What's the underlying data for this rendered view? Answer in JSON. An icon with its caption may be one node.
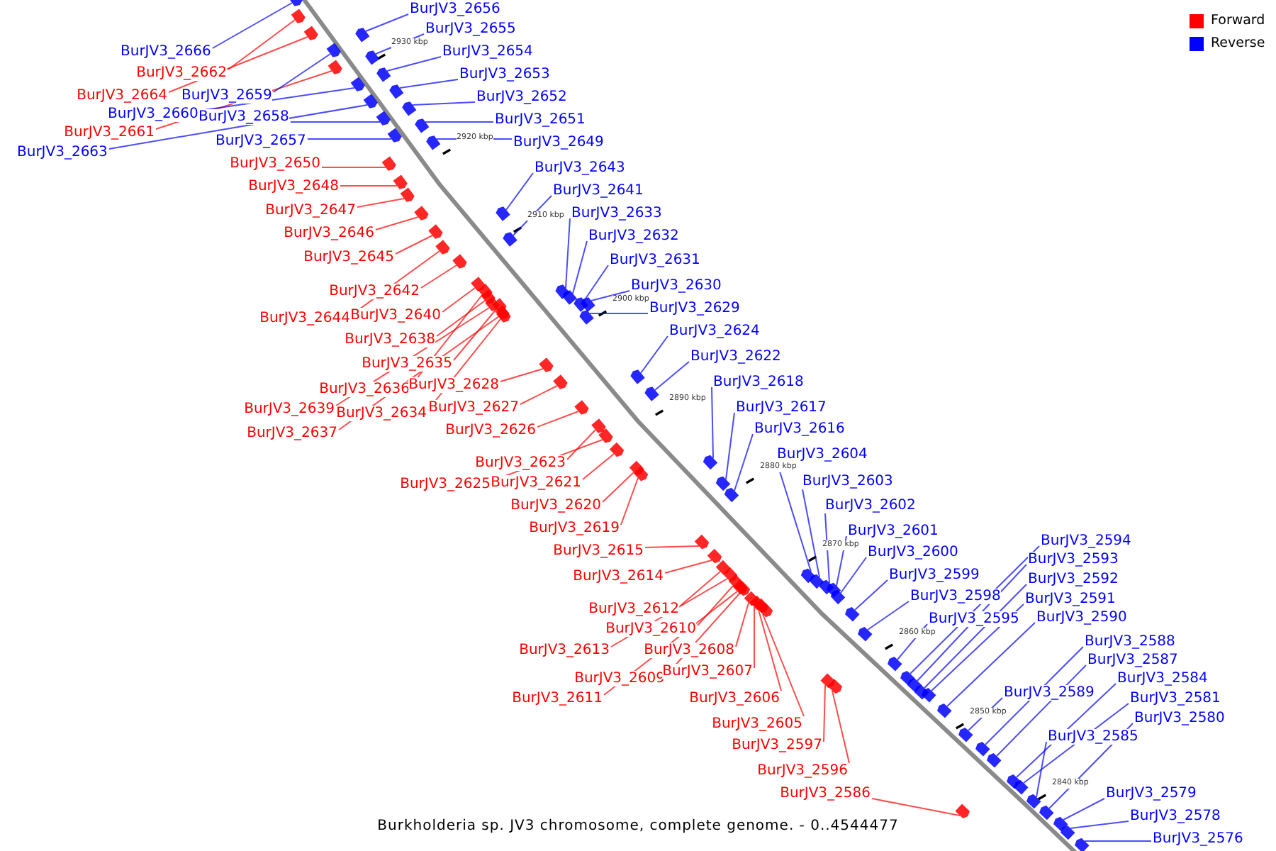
{
  "diagram": {
    "caption": "Burkholderia sp. JV3 chromosome, complete genome. - 0..4544477",
    "nodes": [
      {
        "text": [
          "BurJV3_2666"
        ]
      },
      {
        "text": [
          "BurJV3_2662"
        ]
      },
      {
        "text": [
          "BurJV3_2664"
        ]
      },
      {
        "text": [
          "BurJV3_2659"
        ]
      },
      {
        "text": [
          "BurJV3_2660"
        ]
      },
      {
        "text": [
          "BurJV3_2658"
        ]
      },
      {
        "text": [
          "BurJV3_2661"
        ]
      },
      {
        "text": [
          "BurJV3_2657"
        ]
      },
      {
        "text": [
          "BurJV3_2663"
        ]
      },
      {
        "text": [
          "BurJV3_2656"
        ]
      },
      {
        "text": [
          "BurJV3_2655"
        ]
      },
      {
        "text": [
          "BurJV3_2654"
        ]
      },
      {
        "text": [
          "BurJV3_2653"
        ]
      },
      {
        "text": [
          "BurJV3_2652"
        ]
      },
      {
        "text": [
          "BurJV3_2651"
        ]
      },
      {
        "text": [
          "BurJV3_2649"
        ]
      },
      {
        "text": [
          "BurJV3_2643"
        ]
      },
      {
        "text": [
          "BurJV3_2641"
        ]
      },
      {
        "text": [
          "BurJV3_2633"
        ]
      },
      {
        "text": [
          "BurJV3_2632"
        ]
      },
      {
        "text": [
          "BurJV3_2631"
        ]
      },
      {
        "text": [
          "BurJV3_2630"
        ]
      },
      {
        "text": [
          "BurJV3_2629"
        ]
      },
      {
        "text": [
          "BurJV3_2624"
        ]
      },
      {
        "text": [
          "BurJV3_2622"
        ]
      },
      {
        "text": [
          "BurJV3_2618"
        ]
      },
      {
        "text": [
          "BurJV3_2617"
        ]
      },
      {
        "text": [
          "BurJV3_2616"
        ]
      },
      {
        "text": [
          "BurJV3_2604"
        ]
      },
      {
        "text": [
          "BurJV3_2603"
        ]
      },
      {
        "text": [
          "BurJV3_2602"
        ]
      },
      {
        "text": [
          "BurJV3_2601"
        ]
      },
      {
        "text": [
          "BurJV3_2600"
        ]
      },
      {
        "text": [
          "BurJV3_2599"
        ]
      },
      {
        "text": [
          "BurJV3_2598"
        ]
      },
      {
        "text": [
          "BurJV3_2595"
        ]
      },
      {
        "text": [
          "BurJV3_2594"
        ]
      },
      {
        "text": [
          "BurJV3_2593"
        ]
      },
      {
        "text": [
          "BurJV3_2592"
        ]
      },
      {
        "text": [
          "BurJV3_2591"
        ]
      },
      {
        "text": [
          "BurJV3_2590"
        ]
      },
      {
        "text": [
          "BurJV3_2588"
        ]
      },
      {
        "text": [
          "BurJV3_2587"
        ]
      },
      {
        "text": [
          "BurJV3_2584"
        ]
      },
      {
        "text": [
          "BurJV3_2589"
        ]
      },
      {
        "text": [
          "BurJV3_2581"
        ]
      },
      {
        "text": [
          "BurJV3_2580"
        ]
      },
      {
        "text": [
          "BurJV3_2585"
        ]
      },
      {
        "text": [
          "BurJV3_2579"
        ]
      },
      {
        "text": [
          "BurJV3_2578"
        ]
      },
      {
        "text": [
          "BurJV3_2576"
        ]
      },
      {
        "text": [
          "BurJV3_2650"
        ]
      },
      {
        "text": [
          "BurJV3_2648"
        ]
      },
      {
        "text": [
          "BurJV3_2647"
        ]
      },
      {
        "text": [
          "BurJV3_2646"
        ]
      },
      {
        "text": [
          "BurJV3_2645"
        ]
      },
      {
        "text": [
          "BurJV3_2642"
        ]
      },
      {
        "text": [
          "BurJV3_2640"
        ]
      },
      {
        "text": [
          "BurJV3_2644"
        ]
      },
      {
        "text": [
          "BurJV3_2638"
        ]
      },
      {
        "text": [
          "BurJV3_2635"
        ]
      },
      {
        "text": [
          "BurJV3_2636"
        ]
      },
      {
        "text": [
          "BurJV3_2628"
        ]
      },
      {
        "text": [
          "BurJV3_2639"
        ]
      },
      {
        "text": [
          "BurJV3_2634"
        ]
      },
      {
        "text": [
          "BurJV3_2627"
        ]
      },
      {
        "text": [
          "BurJV3_2637"
        ]
      },
      {
        "text": [
          "BurJV3_2626"
        ]
      },
      {
        "text": [
          "BurJV3_2623"
        ]
      },
      {
        "text": [
          "BurJV3_2621"
        ]
      },
      {
        "text": [
          "BurJV3_2625"
        ]
      },
      {
        "text": [
          "BurJV3_2620"
        ]
      },
      {
        "text": [
          "BurJV3_2619"
        ]
      },
      {
        "text": [
          "BurJV3_2615"
        ]
      },
      {
        "text": [
          "BurJV3_2614"
        ]
      },
      {
        "text": [
          "BurJV3_2612"
        ]
      },
      {
        "text": [
          "BurJV3_2610"
        ]
      },
      {
        "text": [
          "BurJV3_2613"
        ]
      },
      {
        "text": [
          "BurJV3_2608"
        ]
      },
      {
        "text": [
          "BurJV3_2609"
        ]
      },
      {
        "text": [
          "BurJV3_2607"
        ]
      },
      {
        "text": [
          "BurJV3_2611"
        ]
      },
      {
        "text": [
          "BurJV3_2606"
        ]
      },
      {
        "text": [
          "BurJV3_2605"
        ]
      },
      {
        "text": [
          "BurJV3_2597"
        ]
      },
      {
        "text": [
          "BurJV3_2596"
        ]
      },
      {
        "text": [
          "BurJV3_2586"
        ]
      },
      {
        "text": [],
        "shape": "arrow"
      },
      {
        "text": [],
        "shape": "arrow"
      },
      {
        "text": [],
        "shape": "arrow"
      },
      {
        "text": [],
        "shape": "arrow"
      },
      {
        "text": [],
        "shape": "arrow"
      },
      {
        "text": [],
        "shape": "arrow"
      },
      {
        "text": [],
        "shape": "arrow"
      },
      {
        "text": [],
        "shape": "arrow"
      },
      {
        "text": [],
        "shape": "arrow"
      },
      {
        "text": [],
        "shape": "arrow"
      },
      {
        "text": [],
        "shape": "arrow"
      },
      {
        "text": [],
        "shape": "arrow"
      },
      {
        "text": [],
        "shape": "arrow"
      },
      {
        "text": [],
        "shape": "arrow"
      },
      {
        "text": [],
        "shape": "arrow"
      },
      {
        "text": [],
        "shape": "arrow"
      },
      {
        "text": [],
        "shape": "arrow"
      },
      {
        "text": [],
        "shape": "arrow"
      },
      {
        "text": [],
        "shape": "arrow"
      },
      {
        "text": [],
        "shape": "arrow"
      },
      {
        "text": [],
        "shape": "arrow"
      },
      {
        "text": [],
        "shape": "arrow"
      },
      {
        "text": [],
        "shape": "arrow"
      },
      {
        "text": [],
        "shape": "arrow"
      },
      {
        "text": [],
        "shape": "arrow"
      },
      {
        "text": [],
        "shape": "arrow"
      },
      {
        "text": [],
        "shape": "arrow"
      },
      {
        "text": [],
        "shape": "arrow"
      },
      {
        "text": [],
        "shape": "arrow"
      },
      {
        "text": [],
        "shape": "arrow"
      },
      {
        "text": [],
        "shape": "arrow"
      },
      {
        "text": [],
        "shape": "arrow"
      },
      {
        "text": [],
        "shape": "arrow"
      },
      {
        "text": [],
        "shape": "arrow"
      },
      {
        "text": [],
        "shape": "arrow"
      },
      {
        "text": [],
        "shape": "arrow"
      },
      {
        "text": [],
        "shape": "arrow"
      },
      {
        "text": [],
        "shape": "arrow"
      },
      {
        "text": [],
        "shape": "arrow"
      },
      {
        "text": [],
        "shape": "arrow"
      },
      {
        "text": [],
        "shape": "arrow"
      },
      {
        "text": [],
        "shape": "arrow"
      },
      {
        "text": [],
        "shape": "arrow"
      },
      {
        "text": [],
        "shape": "arrow"
      },
      {
        "text": [],
        "shape": "arrow"
      },
      {
        "text": [],
        "shape": "arrow"
      },
      {
        "text": [],
        "shape": "arrow"
      },
      {
        "text": [],
        "shape": "arrow"
      },
      {
        "text": [],
        "shape": "arrow"
      },
      {
        "text": [],
        "shape": "arrow"
      },
      {
        "text": [],
        "shape": "arrow"
      },
      {
        "text": [],
        "shape": "arrow"
      },
      {
        "text": [],
        "shape": "arrow"
      },
      {
        "text": [],
        "shape": "arrow"
      },
      {
        "text": [],
        "shape": "arrow"
      },
      {
        "text": [],
        "shape": "arrow"
      },
      {
        "text": [],
        "shape": "arrow"
      },
      {
        "text": [],
        "shape": "arrow"
      },
      {
        "text": [],
        "shape": "arrow"
      },
      {
        "text": [],
        "shape": "arrow"
      },
      {
        "text": [],
        "shape": "arrow"
      },
      {
        "text": [],
        "shape": "arrow"
      },
      {
        "text": [],
        "shape": "arrow"
      },
      {
        "text": [],
        "shape": "arrow"
      },
      {
        "text": [],
        "shape": "arrow"
      },
      {
        "text": [],
        "shape": "arrow"
      },
      {
        "text": [],
        "shape": "arrow"
      },
      {
        "text": [],
        "shape": "arrow"
      },
      {
        "text": [],
        "shape": "arrow"
      },
      {
        "text": [],
        "shape": "arrow"
      },
      {
        "text": [],
        "shape": "arrow"
      },
      {
        "text": [],
        "shape": "arrow"
      },
      {
        "text": [],
        "shape": "arrow"
      },
      {
        "text": [],
        "shape": "arrow"
      },
      {
        "text": [],
        "shape": "arrow"
      },
      {
        "text": [],
        "shape": "arrow"
      },
      {
        "text": [],
        "shape": "arrow"
      },
      {
        "text": [],
        "shape": "arrow"
      },
      {
        "text": [],
        "shape": "arrow"
      },
      {
        "text": [],
        "shape": "arrow"
      },
      {
        "text": [],
        "shape": "arrow"
      },
      {
        "text": [],
        "shape": "arrow"
      },
      {
        "text": [],
        "shape": "arrow"
      },
      {
        "text": [],
        "shape": "arrow"
      },
      {
        "text": [],
        "shape": "arrow"
      },
      {
        "text": [],
        "shape": "arrow"
      },
      {
        "text": [],
        "shape": "arrow"
      }
    ],
    "edges": [
      {
        "from": 0,
        "to": 87,
        "arrow": "none",
        "color": "#0000ff"
      },
      {
        "from": 1,
        "to": 88,
        "arrow": "none",
        "color": "#ff0000"
      },
      {
        "from": 2,
        "to": 89,
        "arrow": "none",
        "color": "#ff0000"
      },
      {
        "from": 3,
        "to": 90,
        "arrow": "none",
        "color": "#0000ff"
      },
      {
        "from": 4,
        "to": 91,
        "arrow": "none",
        "color": "#0000ff"
      },
      {
        "from": 5,
        "to": 92,
        "arrow": "none",
        "color": "#0000ff"
      },
      {
        "from": 6,
        "to": 93,
        "arrow": "none",
        "color": "#ff0000"
      },
      {
        "from": 7,
        "to": 94,
        "arrow": "none",
        "color": "#0000ff"
      },
      {
        "from": 8,
        "to": 95,
        "arrow": "none",
        "color": "#0000ff"
      },
      {
        "from": 9,
        "to": 96,
        "arrow": "none",
        "color": "#0000ff"
      },
      {
        "from": 10,
        "to": 97,
        "arrow": "none",
        "color": "#0000ff"
      },
      {
        "from": 11,
        "to": 98,
        "arrow": "none",
        "color": "#0000ff"
      },
      {
        "from": 12,
        "to": 99,
        "arrow": "none",
        "color": "#0000ff"
      },
      {
        "from": 13,
        "to": 100,
        "arrow": "none",
        "color": "#0000ff"
      },
      {
        "from": 14,
        "to": 101,
        "arrow": "none",
        "color": "#0000ff"
      },
      {
        "from": 15,
        "to": 102,
        "arrow": "none",
        "color": "#0000ff"
      },
      {
        "from": 16,
        "to": 103,
        "arrow": "none",
        "color": "#0000ff"
      },
      {
        "from": 17,
        "to": 104,
        "arrow": "none",
        "color": "#0000ff"
      },
      {
        "from": 18,
        "to": 105,
        "arrow": "none",
        "color": "#0000ff"
      },
      {
        "from": 19,
        "to": 106,
        "arrow": "none",
        "color": "#0000ff"
      },
      {
        "from": 20,
        "to": 107,
        "arrow": "none",
        "color": "#0000ff"
      },
      {
        "from": 21,
        "to": 108,
        "arrow": "none",
        "color": "#0000ff"
      },
      {
        "from": 22,
        "to": 109,
        "arrow": "none",
        "color": "#0000ff"
      },
      {
        "from": 23,
        "to": 110,
        "arrow": "none",
        "color": "#0000ff"
      },
      {
        "from": 24,
        "to": 111,
        "arrow": "none",
        "color": "#0000ff"
      },
      {
        "from": 25,
        "to": 112,
        "arrow": "none",
        "color": "#0000ff"
      },
      {
        "from": 26,
        "to": 113,
        "arrow": "none",
        "color": "#0000ff"
      },
      {
        "from": 27,
        "to": 114,
        "arrow": "none",
        "color": "#0000ff"
      },
      {
        "from": 28,
        "to": 115,
        "arrow": "none",
        "color": "#0000ff"
      },
      {
        "from": 29,
        "to": 116,
        "arrow": "none",
        "color": "#0000ff"
      },
      {
        "from": 30,
        "to": 117,
        "arrow": "none",
        "color": "#0000ff"
      },
      {
        "from": 31,
        "to": 118,
        "arrow": "none",
        "color": "#0000ff"
      },
      {
        "from": 32,
        "to": 119,
        "arrow": "none",
        "color": "#0000ff"
      },
      {
        "from": 33,
        "to": 120,
        "arrow": "none",
        "color": "#0000ff"
      },
      {
        "from": 34,
        "to": 121,
        "arrow": "none",
        "color": "#0000ff"
      },
      {
        "from": 35,
        "to": 122,
        "arrow": "none",
        "color": "#0000ff"
      },
      {
        "from": 36,
        "to": 123,
        "arrow": "none",
        "color": "#0000ff"
      },
      {
        "from": 37,
        "to": 124,
        "arrow": "none",
        "color": "#0000ff"
      },
      {
        "from": 38,
        "to": 125,
        "arrow": "none",
        "color": "#0000ff"
      },
      {
        "from": 39,
        "to": 126,
        "arrow": "none",
        "color": "#0000ff"
      },
      {
        "from": 40,
        "to": 127,
        "arrow": "none",
        "color": "#0000ff"
      },
      {
        "from": 41,
        "to": 128,
        "arrow": "none",
        "color": "#0000ff"
      },
      {
        "from": 42,
        "to": 129,
        "arrow": "none",
        "color": "#0000ff"
      },
      {
        "from": 43,
        "to": 130,
        "arrow": "none",
        "color": "#0000ff"
      },
      {
        "from": 44,
        "to": 131,
        "arrow": "none",
        "color": "#0000ff"
      },
      {
        "from": 45,
        "to": 132,
        "arrow": "none",
        "color": "#0000ff"
      },
      {
        "from": 46,
        "to": 133,
        "arrow": "none",
        "color": "#0000ff"
      },
      {
        "from": 47,
        "to": 134,
        "arrow": "none",
        "color": "#0000ff"
      },
      {
        "from": 48,
        "to": 135,
        "arrow": "none",
        "color": "#0000ff"
      },
      {
        "from": 49,
        "to": 136,
        "arrow": "none",
        "color": "#0000ff"
      },
      {
        "from": 50,
        "to": 137,
        "arrow": "none",
        "color": "#0000ff"
      },
      {
        "from": 51,
        "to": 138,
        "arrow": "none",
        "color": "#ff0000"
      },
      {
        "from": 52,
        "to": 139,
        "arrow": "none",
        "color": "#ff0000"
      },
      {
        "from": 53,
        "to": 140,
        "arrow": "none",
        "color": "#ff0000"
      },
      {
        "from": 54,
        "to": 141,
        "arrow": "none",
        "color": "#ff0000"
      },
      {
        "from": 55,
        "to": 142,
        "arrow": "none",
        "color": "#ff0000"
      },
      {
        "from": 56,
        "to": 143,
        "arrow": "none",
        "color": "#ff0000"
      },
      {
        "from": 57,
        "to": 144,
        "arrow": "none",
        "color": "#ff0000"
      },
      {
        "from": 58,
        "to": 145,
        "arrow": "none",
        "color": "#ff0000"
      },
      {
        "from": 59,
        "to": 146,
        "arrow": "none",
        "color": "#ff0000"
      },
      {
        "from": 60,
        "to": 147,
        "arrow": "none",
        "color": "#ff0000"
      },
      {
        "from": 61,
        "to": 148,
        "arrow": "none",
        "color": "#ff0000"
      },
      {
        "from": 62,
        "to": 149,
        "arrow": "none",
        "color": "#ff0000"
      },
      {
        "from": 63,
        "to": 150,
        "arrow": "none",
        "color": "#ff0000"
      },
      {
        "from": 64,
        "to": 151,
        "arrow": "none",
        "color": "#ff0000"
      },
      {
        "from": 65,
        "to": 152,
        "arrow": "none",
        "color": "#ff0000"
      },
      {
        "from": 66,
        "to": 153,
        "arrow": "none",
        "color": "#ff0000"
      },
      {
        "from": 67,
        "to": 154,
        "arrow": "none",
        "color": "#ff0000"
      },
      {
        "from": 68,
        "to": 155,
        "arrow": "none",
        "color": "#ff0000"
      },
      {
        "from": 69,
        "to": 156,
        "arrow": "none",
        "color": "#ff0000"
      },
      {
        "from": 70,
        "to": 157,
        "arrow": "none",
        "color": "#ff0000"
      },
      {
        "from": 71,
        "to": 158,
        "arrow": "none",
        "color": "#ff0000"
      },
      {
        "from": 72,
        "to": 159,
        "arrow": "none",
        "color": "#ff0000"
      },
      {
        "from": 73,
        "to": 160,
        "arrow": "none",
        "color": "#ff0000"
      },
      {
        "from": 74,
        "to": 161,
        "arrow": "none",
        "color": "#ff0000"
      },
      {
        "from": 75,
        "to": 162,
        "arrow": "none",
        "color": "#ff0000"
      },
      {
        "from": 76,
        "to": 163,
        "arrow": "none",
        "color": "#ff0000"
      },
      {
        "from": 77,
        "to": 164,
        "arrow": "none",
        "color": "#ff0000"
      },
      {
        "from": 78,
        "to": 165,
        "arrow": "none",
        "color": "#ff0000"
      },
      {
        "from": 79,
        "to": 166,
        "arrow": "none",
        "color": "#ff0000"
      },
      {
        "from": 80,
        "to": 167,
        "arrow": "none",
        "color": "#ff0000"
      },
      {
        "from": 81,
        "to": 168,
        "arrow": "none",
        "color": "#ff0000"
      },
      {
        "from": 82,
        "to": 169,
        "arrow": "none",
        "color": "#ff0000"
      },
      {
        "from": 83,
        "to": 170,
        "arrow": "none",
        "color": "#ff0000"
      },
      {
        "from": 84,
        "to": 171,
        "arrow": "none",
        "color": "#ff0000"
      },
      {
        "from": 85,
        "to": 172,
        "arrow": "none",
        "color": "#ff0000"
      },
      {
        "from": 86,
        "to": 173,
        "arrow": "none",
        "color": "#ff0000"
      }
    ],
    "labels": [
      "2930 kbp",
      "2920 kbp",
      "2910 kbp",
      "2900 kbp",
      "2890 kbp",
      "2880 kbp",
      "2870 kbp",
      "2860 kbp",
      "2850 kbp",
      "2840 kbp"
    ],
    "legend": [
      {
        "text": "Forward",
        "color": "#ff0000"
      },
      {
        "text": "Reverse",
        "color": "#0000ff"
      }
    ]
  }
}
